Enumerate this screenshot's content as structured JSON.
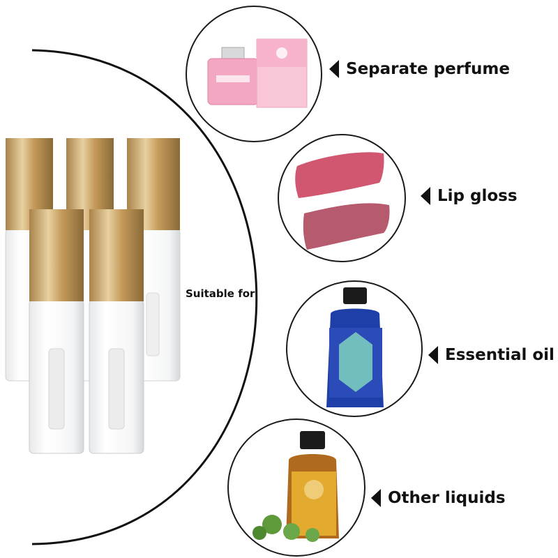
{
  "center_label": "Suitable for",
  "uses": [
    {
      "label": "Separate perfume",
      "icon": "perfume-bottle-icon"
    },
    {
      "label": "Lip gloss",
      "icon": "lip-swatch-icon"
    },
    {
      "label": "Essential oil",
      "icon": "blue-oil-bottle-icon"
    },
    {
      "label": "Other liquids",
      "icon": "amber-oil-bottle-icon"
    }
  ],
  "product": {
    "name": "lip-gloss-tubes",
    "count": 5,
    "cap_color": "#c7a163"
  }
}
